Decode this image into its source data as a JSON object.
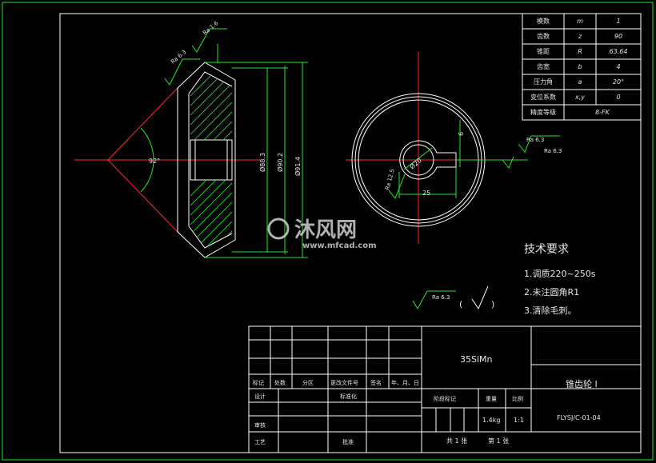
{
  "params": [
    {
      "name": "模数",
      "sym": "m",
      "val": "1"
    },
    {
      "name": "齿数",
      "sym": "z",
      "val": "90"
    },
    {
      "name": "锥距",
      "sym": "R",
      "val": "63.64"
    },
    {
      "name": "齿宽",
      "sym": "b",
      "val": "4"
    },
    {
      "name": "压力角",
      "sym": "a",
      "val": "20°"
    },
    {
      "name": "变位系数",
      "sym": "x,y",
      "val": "0"
    }
  ],
  "precision": {
    "name": "精度等级",
    "val": "8-FK"
  },
  "dims": {
    "angle": "92°",
    "d1": "Ø88.3",
    "d2": "Ø90.2",
    "d3": "Ø91.4",
    "bore": "Ø20",
    "keyw": "25",
    "keyh": "6",
    "ra16": "Ra 1.6",
    "ra63": "Ra 6.3",
    "ra125": "Ra 12.5"
  },
  "tech": {
    "title": "技术要求",
    "items": [
      "1.调质220~250s",
      "2.未注圆角R1",
      "3.清除毛刺。"
    ],
    "rough": "Ra 6.3"
  },
  "title_block": {
    "material": "35SiMn",
    "part": "锥齿轮 I",
    "code": "FLYSJ/C-01-04",
    "weight": "1.4kg",
    "scale": "1:1",
    "sheets": "共 1 张",
    "sheet": "第 1 张",
    "labels": {
      "mark": "标记",
      "count": "处数",
      "zone": "分区",
      "doc": "更改文件号",
      "sign": "签名",
      "date": "年、月、日",
      "design": "设计",
      "std": "标准化",
      "stage": "阶段标记",
      "wt": "重量",
      "sc": "比例",
      "check": "审核",
      "proc": "工艺",
      "appr": "批准"
    }
  },
  "watermark": {
    "cn": "沐风网",
    "url": "www.mfcad.com"
  }
}
